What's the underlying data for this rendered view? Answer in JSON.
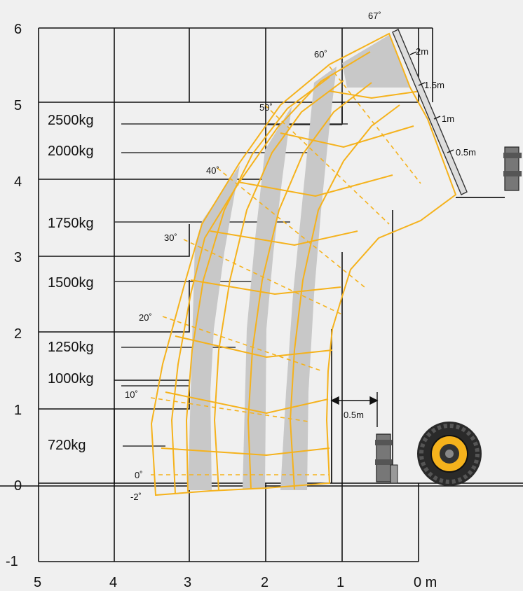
{
  "diagram": {
    "y_axis_labels": [
      "6",
      "5",
      "4",
      "3",
      "2",
      "1",
      "0",
      "-1"
    ],
    "x_axis_labels": [
      "5",
      "4",
      "3",
      "2",
      "1",
      "0 m"
    ],
    "capacities": [
      "2500kg",
      "2000kg",
      "1750kg",
      "1500kg",
      "1250kg",
      "1000kg",
      "720kg"
    ],
    "angles": [
      "67˚",
      "60˚",
      "50˚",
      "40˚",
      "30˚",
      "20˚",
      "10˚",
      "0˚",
      "-2˚"
    ],
    "extension_marks": [
      "2m",
      "1.5m",
      "1m",
      "0.5m"
    ],
    "offset_label": "0.5m",
    "colors": {
      "envelope_line": "#f5b21c",
      "shaded_band": "#c8c8c8",
      "grid": "#111111",
      "background": "#f0f0f0"
    },
    "icons": [
      "fork-carriage-icon",
      "wheel-icon"
    ]
  }
}
